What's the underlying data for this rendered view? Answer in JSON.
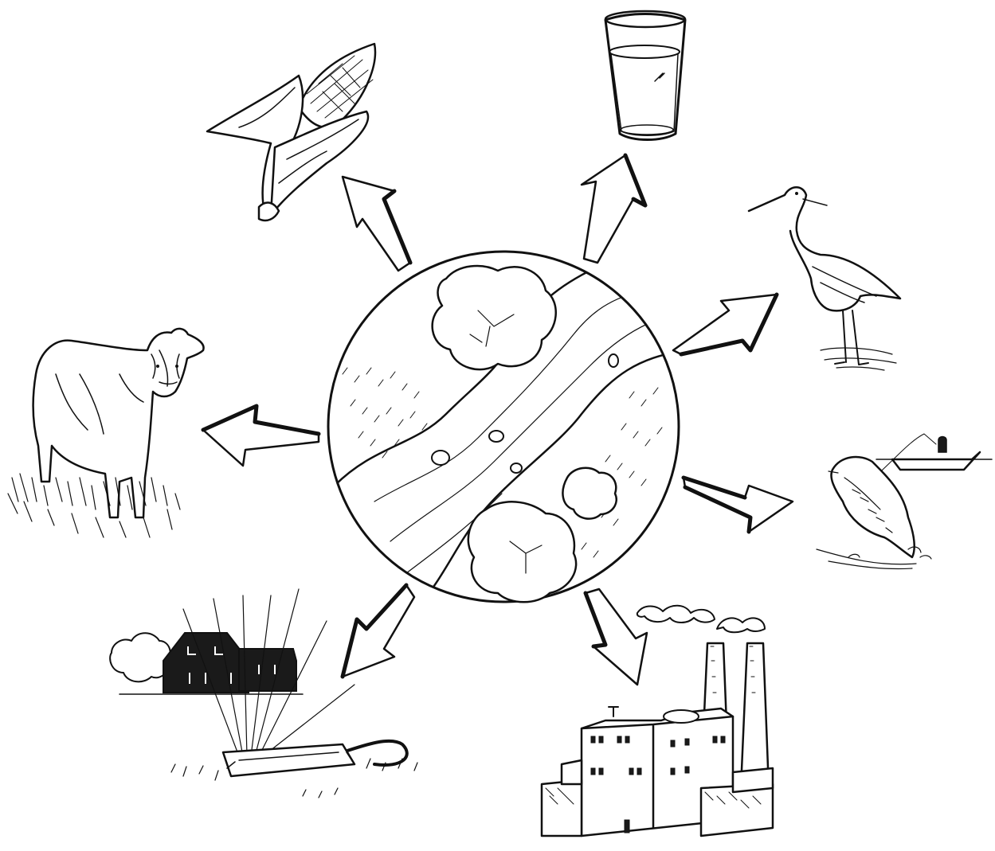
{
  "diagram": {
    "type": "hub-and-spoke illustration",
    "hub": {
      "icon": "river-stream-icon"
    },
    "uses": [
      {
        "id": "crops",
        "icon": "corn-cob-icon"
      },
      {
        "id": "drinking",
        "icon": "water-glass-icon"
      },
      {
        "id": "wildlife",
        "icon": "heron-icon"
      },
      {
        "id": "fishing",
        "icon": "fish-and-canoe-icon"
      },
      {
        "id": "industry",
        "icon": "factory-icon"
      },
      {
        "id": "lawn",
        "icon": "sprinkler-house-icon"
      },
      {
        "id": "livestock",
        "icon": "cow-icon"
      }
    ],
    "colors": {
      "ink": "#111111",
      "paper": "#ffffff"
    }
  }
}
